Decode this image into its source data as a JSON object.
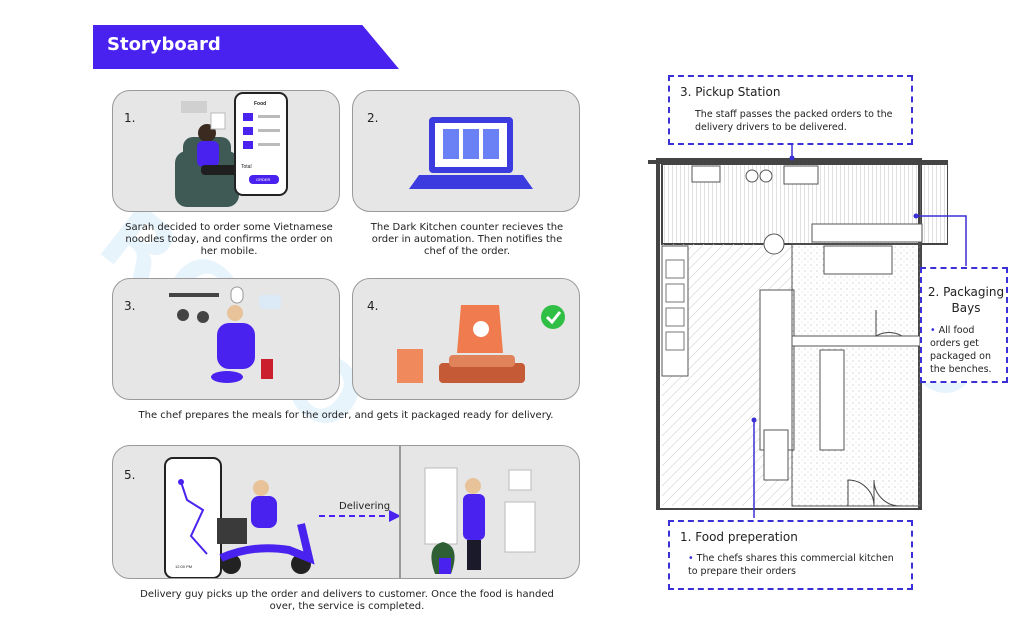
{
  "header": {
    "title": "Storyboard"
  },
  "panels": [
    {
      "num": "1.",
      "caption": "Sarah decided to order some Vietnamese noodles today, and confirms the order on her mobile."
    },
    {
      "num": "2.",
      "caption": "The Dark Kitchen counter recieves the order in automation. Then notifies the chef of the order."
    },
    {
      "num": "3.",
      "caption": ""
    },
    {
      "num": "4.",
      "caption": ""
    },
    {
      "num": "5.",
      "caption": "Delivery guy picks up the order and delivers to customer. Once the food is handed over, the service is completed."
    }
  ],
  "shared_caption": "The chef prepares the meals for the order, and gets it packaged ready for delivery.",
  "delivering_label": "Delivering",
  "phone1": {
    "title": "Food",
    "total": "Total",
    "order_btn": "ORDER"
  },
  "phone5": {
    "time": "12:00 PM"
  },
  "floorplan": {
    "pickup": {
      "title": "3. Pickup Station",
      "text": "The staff passes the packed orders to the delivery drivers to be delivered."
    },
    "packaging": {
      "title": "2. Packaging Bays",
      "bullet": "•",
      "text": "All food orders get packaged on the benches."
    },
    "food": {
      "title": "1. Food preperation",
      "bullet": "•",
      "text": "The chefs shares this commercial kitchen to prepare their orders"
    }
  },
  "colors": {
    "accent": "#4a22f0",
    "dash": "#3b2fd6",
    "panel_bg": "#e6e6e6"
  },
  "icons": [
    "checkmark-icon",
    "phone-icon",
    "laptop-icon",
    "chef-icon",
    "scooter-icon",
    "delivery-arrow-icon"
  ]
}
